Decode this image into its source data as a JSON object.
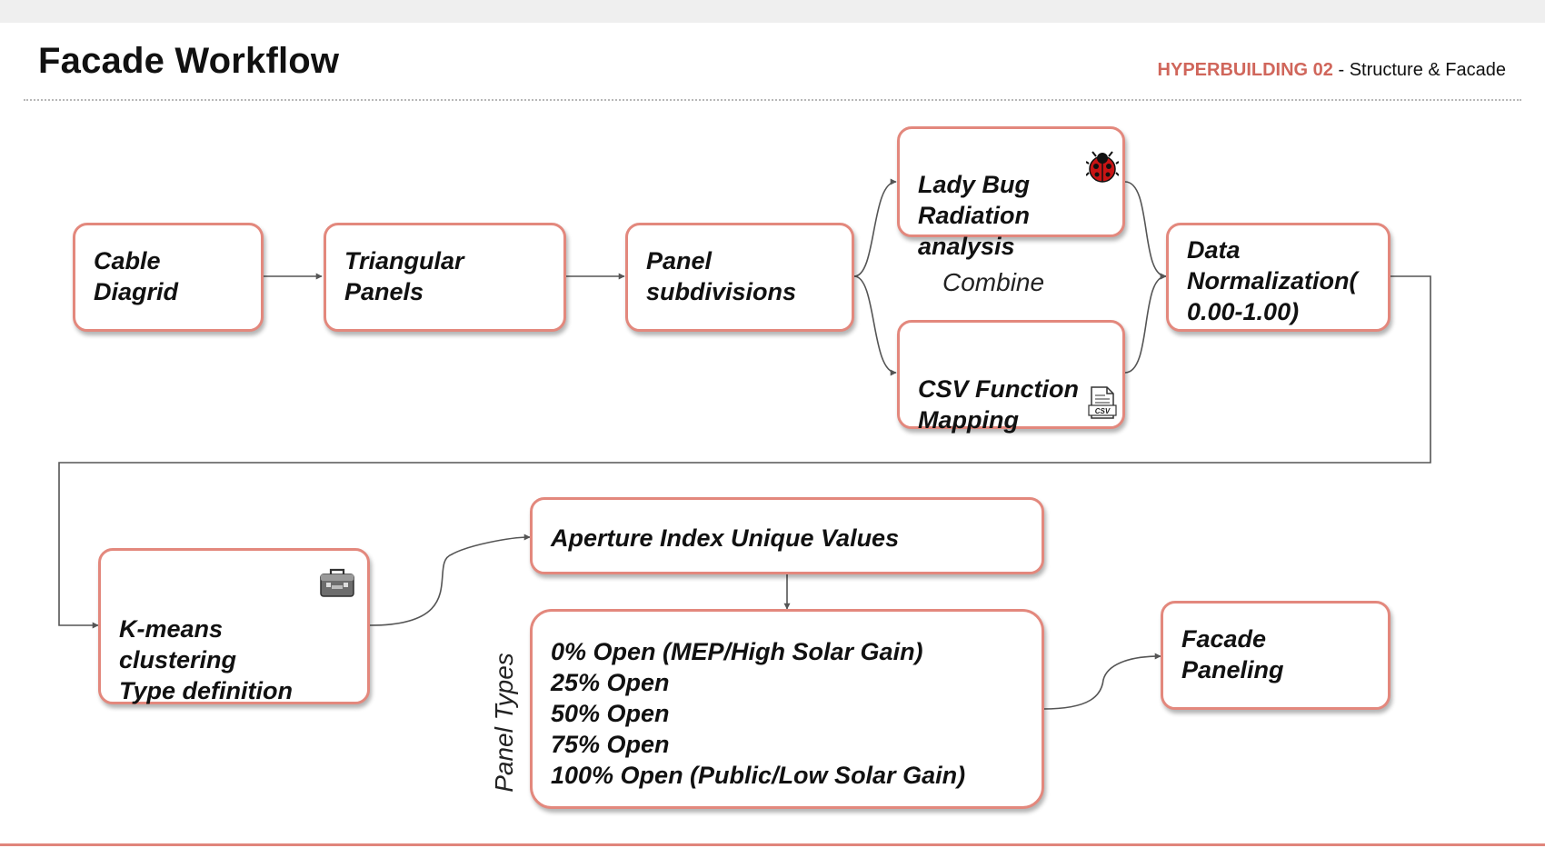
{
  "header": {
    "title": "Facade Workflow",
    "project_name": "HYPERBUILDING 02",
    "separator": " - ",
    "section": "Structure & Facade"
  },
  "nodes": {
    "cable_diagrid": "Cable\nDiagrid",
    "triangular_panels": "Triangular\nPanels",
    "panel_subdivisions": "Panel\nsubdivisions",
    "ladybug_radiation": "Lady Bug\nRadiation\nanalysis",
    "csv_mapping": "CSV Function\nMapping",
    "data_normalization": "Data\nNormalization(\n0.00-1.00)",
    "kmeans": "K-means\nclustering\nType definition",
    "aperture_index": "Aperture Index Unique Values",
    "panel_types_list": "0% Open (MEP/High Solar Gain)\n25% Open\n50% Open\n75% Open\n100% Open (Public/Low Solar Gain)",
    "facade_paneling": "Facade\nPaneling"
  },
  "labels": {
    "combine": "Combine",
    "panel_types": "Panel Types"
  },
  "icons": {
    "ladybug": "ladybug-icon",
    "csv": "csv-file-icon",
    "kmeans": "toolbox-icon",
    "csv_text": "CSV"
  },
  "colors": {
    "accent": "#d0665b",
    "node_border": "#e3887d",
    "connector": "#555555"
  }
}
